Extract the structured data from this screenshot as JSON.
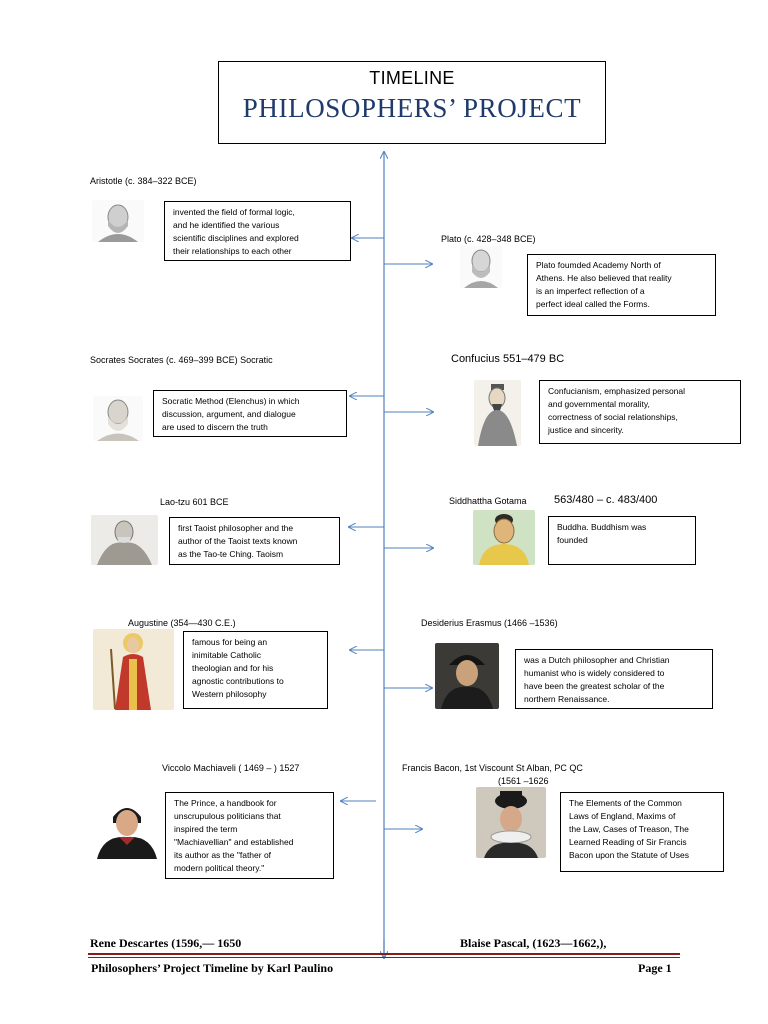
{
  "header": {
    "subtitle": "TIMELINE",
    "title": "PHILOSOPHERS’ PROJECT"
  },
  "entries": {
    "aristotle": {
      "name": "Aristotle (c. 384–322 BCE)",
      "desc": "invented the field of formal logic,\nand he identified the various\nscientific disciplines and explored\ntheir relationships to each other"
    },
    "plato": {
      "name": "Plato (c. 428–348 BCE)",
      "desc": "Plato foumded Academy North of\nAthens. He also believed that reality\nis an imperfect reflection of a\nperfect ideal called the Forms."
    },
    "socrates": {
      "name": "Socrates Socrates (c. 469–399 BCE) Socratic",
      "desc": "Socratic Method (Elenchus) in which\ndiscussion, argument, and dialogue\nare  used to discern the truth"
    },
    "confucius": {
      "name": "Confucius 551–479 BC",
      "desc": "Confucianism, emphasized personal\nand governmental morality,\ncorrectness of social relationships,\njustice and sincerity."
    },
    "laotzu": {
      "name": "Lao-tzu 601 BCE",
      "desc": "first Taoist philosopher and the\nauthor of the Taoist texts known\nas the Tao-te Ching.   Taoism"
    },
    "siddhattha": {
      "name": "Siddhattha Gotama",
      "dates": "563/480 – c. 483/400",
      "desc": "Buddha.  Buddhism was\nfounded"
    },
    "augustine": {
      "name": "Augustine   (354—430 C.E.)",
      "desc": "famous for being an\ninimitable Catholic\ntheologian and for his\nagnostic contributions to\nWestern philosophy"
    },
    "erasmus": {
      "name": "Desiderius Erasmus (1466 –1536)",
      "desc": "was a Dutch philosopher and Christian\nhumanist who is widely considered to\nhave been the greatest scholar of the\nnorthern Renaissance."
    },
    "machiavelli": {
      "name": "Viccolo Machiaveli ( 1469 – ) 1527",
      "desc": "The Prince, a handbook for\nunscrupulous politicians that\ninspired the term\n\"Machiavellian\" and established\nits author as the \"father of\nmodern political theory.\""
    },
    "bacon": {
      "name": "Francis Bacon, 1st Viscount St Alban, PC QC",
      "dates": "(1561 –1626",
      "desc": "The Elements of the Common\nLaws of England, Maxims of\nthe Law, Cases of Treason, The\nLearned Reading of Sir Francis\nBacon upon the Statute of Uses"
    },
    "descartes": {
      "name": "Rene Descartes (1596,— 1650"
    },
    "pascal": {
      "name": "Blaise Pascal, (1623—1662,),"
    }
  },
  "footer": {
    "left": "Philosophers’ Project Timeline by Karl Paulino",
    "right": "Page 1"
  },
  "colors": {
    "timeline": "#4f81bd",
    "title": "#1f3a6b",
    "footer_rule": "#8b1a1a"
  }
}
